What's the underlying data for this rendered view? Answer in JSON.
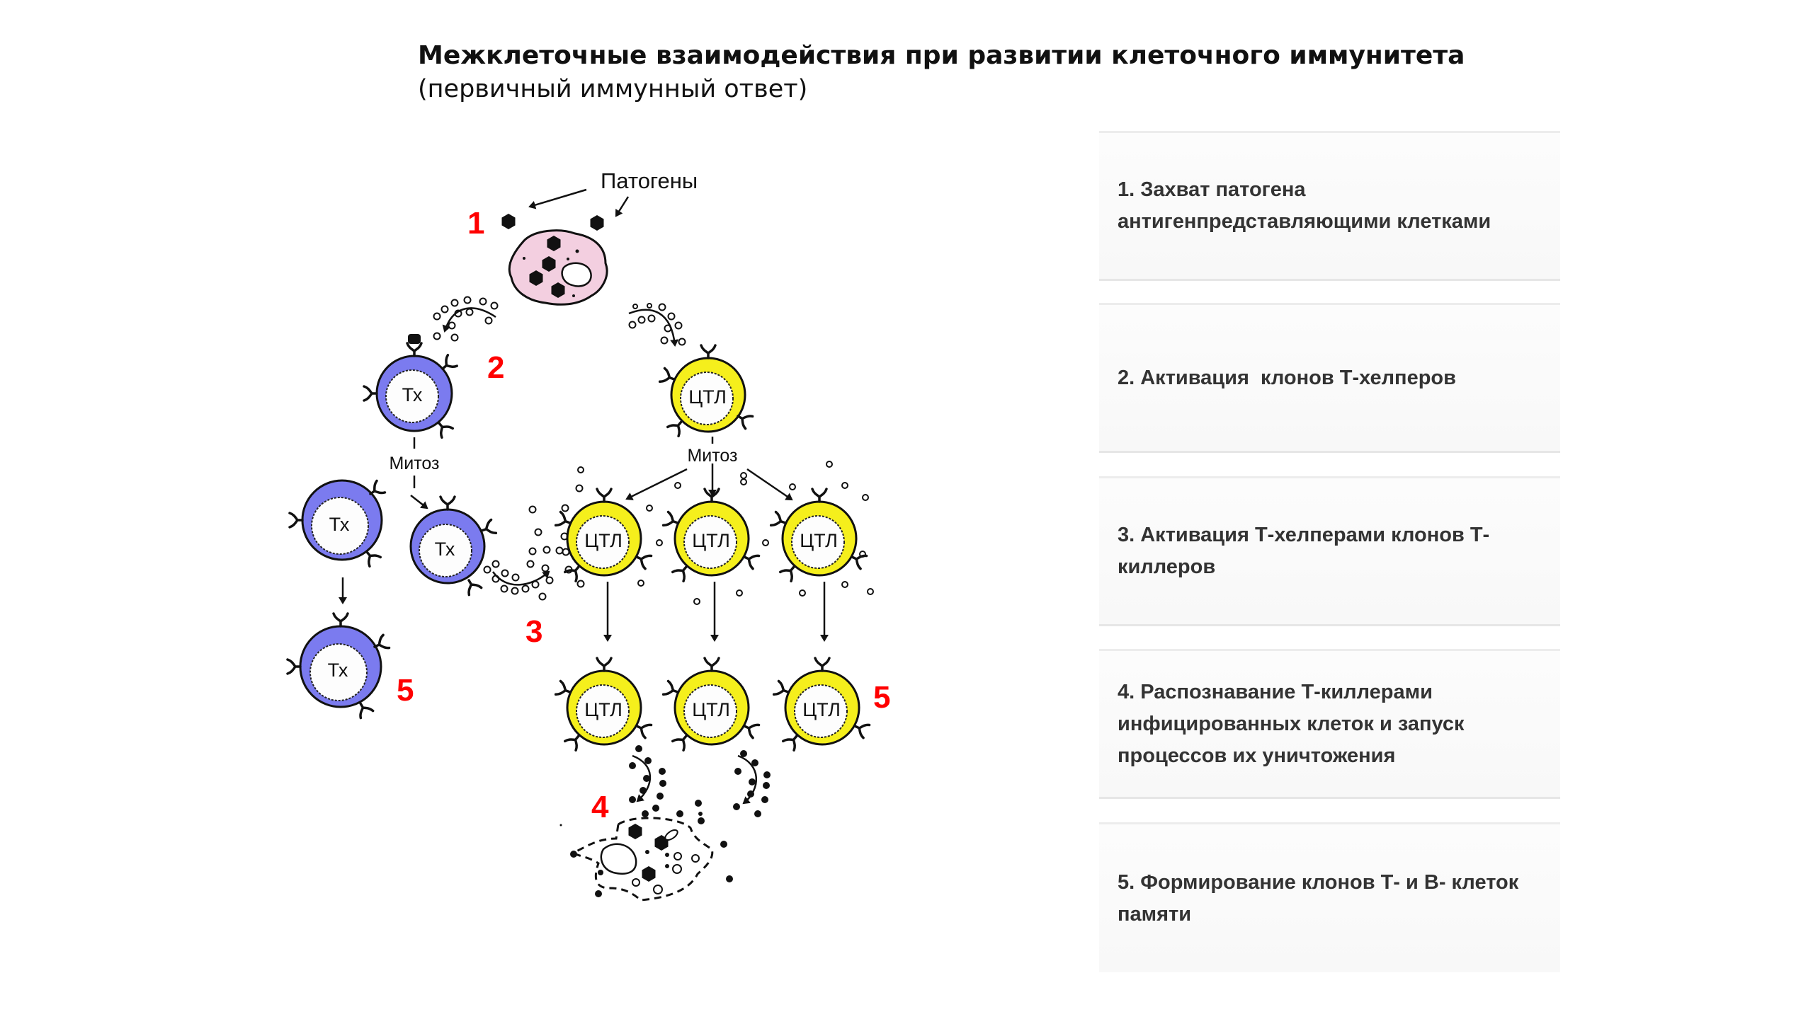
{
  "header": {
    "title": "Межклеточные взаимодействия при развитии клеточного иммунитета",
    "subtitle": "(первичный иммунный ответ)"
  },
  "diagram": {
    "pathogens_label": "Патогены",
    "mitosis_label": "Митоз",
    "helper_cell_label": "Тх",
    "killer_cell_label": "ЦТЛ",
    "step_markers": [
      "1",
      "2",
      "3",
      "4",
      "5"
    ],
    "colors": {
      "helper_cell": "#7b7bef",
      "killer_cell": "#f5ef1c",
      "apc_cell": "#f3cfe0",
      "step_marker": "#ff0000"
    }
  },
  "steps": [
    {
      "text": "1. Захват патогена\nантигенпредставляющими клетками"
    },
    {
      "text": "2. Активация  клонов Т-хелперов"
    },
    {
      "text": "3. Активация Т-хелперами клонов Т-\nкиллеров"
    },
    {
      "text": "4. Распознавание Т-киллерами\nинфицированных клеток и запуск\nпроцессов их уничтожения"
    },
    {
      "text": "5. Формирование клонов Т- и В- клеток\nпамяти"
    }
  ]
}
